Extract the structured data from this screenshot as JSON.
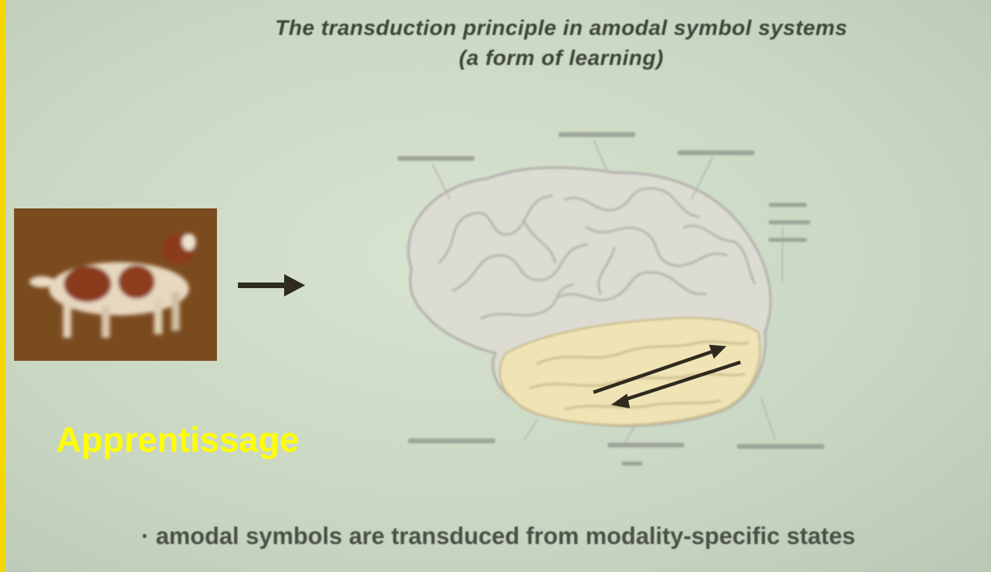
{
  "slide": {
    "title_line1": "The transduction principle in amodal symbol systems",
    "title_line2": "(a form of learning)",
    "overlay_label": "Apprentissage",
    "bullet": "· amodal symbols are transduced from modality-specific states"
  },
  "colors": {
    "frame": "#f6d600",
    "slide_background": "#d3dfcc",
    "overlay_text": "#ffff00",
    "temporal_region": "#f0e3b5",
    "arrow": "#2e2a1e"
  },
  "icons": {
    "photo": "dog-photo",
    "arrow": "right-arrow-icon",
    "brain": "brain-diagram",
    "bidirectional": "double-arrow-icon"
  }
}
